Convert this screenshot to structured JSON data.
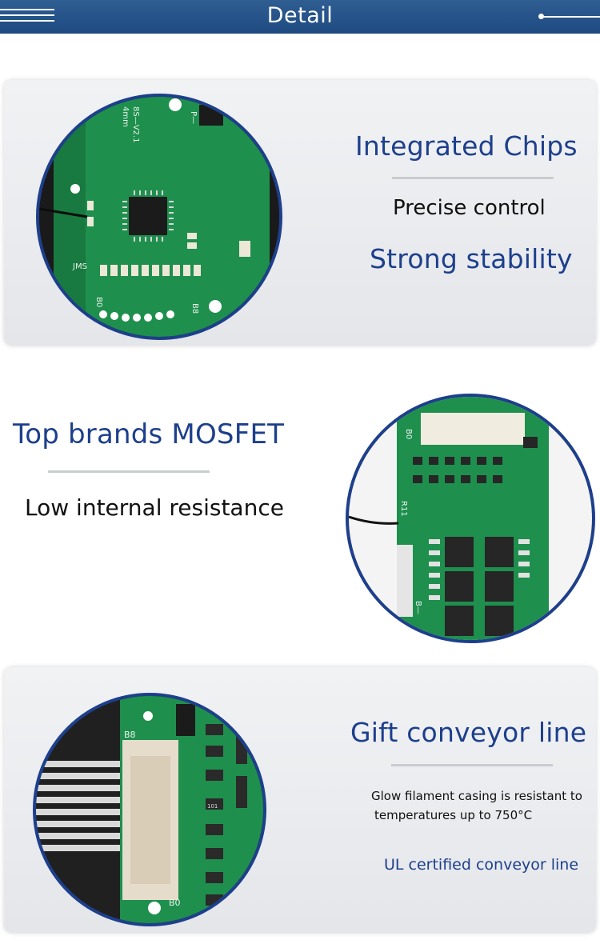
{
  "header": {
    "title": "Detail"
  },
  "section_1": {
    "heading": "Integrated Chips",
    "line_1": "Precise control",
    "line_2": "Strong stability"
  },
  "section_2": {
    "heading": "Top  brands MOSFET",
    "line_1": "Low internal resistance"
  },
  "section_3": {
    "heading": "Gift conveyor line",
    "line_1": "Glow filament casing is resistant to",
    "line_2": "temperatures up to 750°C",
    "line_3": "UL certified conveyor line"
  },
  "pcb_labels": {
    "board_1": [
      "8S—V2.1",
      "4mm",
      "P—",
      "JMS",
      "B0",
      "B8"
    ],
    "board_2": [
      "B0",
      "R11",
      "B—"
    ],
    "board_3": [
      "B8",
      "B0",
      "101"
    ]
  },
  "colors": {
    "header_blue": "#24508a",
    "heading_blue": "#1d3f8c",
    "pcb_green": "#1f8f4e",
    "panel_grey": "#e8e9ec"
  }
}
